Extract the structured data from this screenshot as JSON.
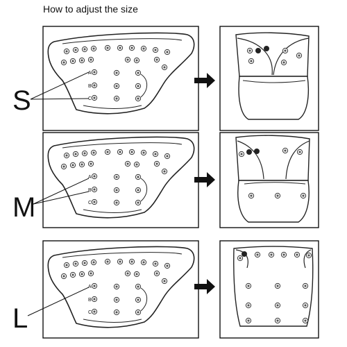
{
  "title": "How to adjust the size",
  "rows": [
    {
      "size": "S"
    },
    {
      "size": "M"
    },
    {
      "size": "L"
    }
  ],
  "snap_labels": [
    "A",
    "B",
    "C"
  ]
}
